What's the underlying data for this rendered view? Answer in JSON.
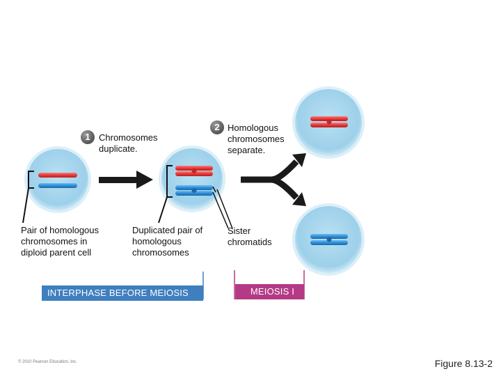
{
  "steps": [
    {
      "number": "1",
      "text": "Chromosomes\nduplicate."
    },
    {
      "number": "2",
      "text": "Homologous\nchromosomes\nseparate."
    }
  ],
  "labels": {
    "pair_of_homologous": "Pair of homologous\nchromosomes in\ndiploid parent cell",
    "duplicated_pair": "Duplicated pair of\nhomologous\nchromosomes",
    "sister_chromatids": "Sister\nchromatids"
  },
  "stages": {
    "interphase": "INTERPHASE BEFORE MEIOSIS",
    "meiosis_one": "MEIOSIS I"
  },
  "footer": {
    "copyright": "© 2010 Pearson Education, Inc.",
    "figure": "Figure 8.13-2"
  },
  "colors": {
    "cell_fill": "#a9d6ec",
    "cell_rim": "#cfe8f4",
    "chromosome_red": "#e43a3a",
    "chromosome_blue": "#2f8fd6",
    "interphase_bar": "#3f7fbf",
    "meiosis_bar": "#b43a86",
    "arrow": "#1a1a1a"
  }
}
